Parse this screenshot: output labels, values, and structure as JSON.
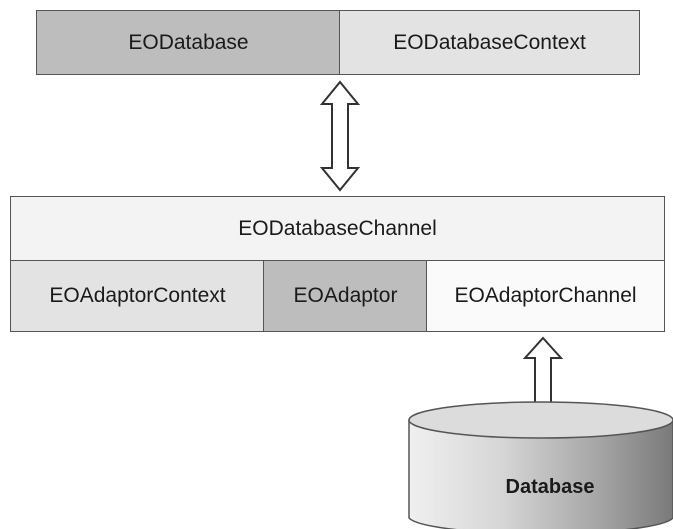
{
  "diagram": {
    "top_row": {
      "database_label": "EODatabase",
      "database_context_label": "EODatabaseContext"
    },
    "database_channel_label": "EODatabaseChannel",
    "adaptor_row": {
      "adaptor_context_label": "EOAdaptorContext",
      "adaptor_label": "EOAdaptor",
      "adaptor_channel_label": "EOAdaptorChannel"
    },
    "database_label": "Database"
  },
  "colors": {
    "box_border": "#555555",
    "dark_fill": "#bdbdbd",
    "medium_fill": "#cfcfcf",
    "light_fill": "#e6e6e6",
    "white_fill": "#f4f4f4"
  }
}
